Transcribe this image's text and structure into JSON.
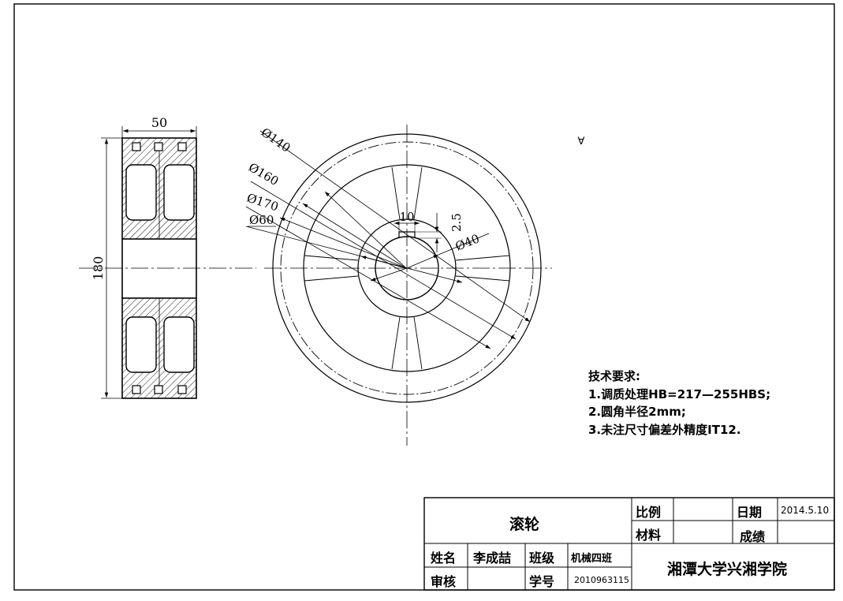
{
  "dimensions": {
    "width_50": "50",
    "height_180": "180",
    "dia_140": "Ø140",
    "dia_160": "Ø160",
    "dia_170": "Ø170",
    "dia_60": "Ø60",
    "dia_40": "Ø40",
    "key_width": "10",
    "key_depth": "2.5"
  },
  "surface_symbol": "∀",
  "technical_requirements": {
    "title": "技术要求:",
    "items": [
      "1.调质处理HB=217—255HBS;",
      "2.圆角半径2mm;",
      "3.未注尺寸偏差外精度IT12."
    ]
  },
  "title_block": {
    "part_name": "滚轮",
    "scale_label": "比例",
    "scale_value": "",
    "material_label": "材料",
    "material_value": "",
    "date_label": "日期",
    "date_value": "2014.5.10",
    "grade_label": "成绩",
    "grade_value": "",
    "name_label": "姓名",
    "name_value": "李成喆",
    "class_label": "班级",
    "class_value": "机械四班",
    "review_label": "审核",
    "review_value": "",
    "student_id_label": "学号",
    "student_id_value": "2010963115",
    "school": "湘潭大学兴湘学院"
  }
}
